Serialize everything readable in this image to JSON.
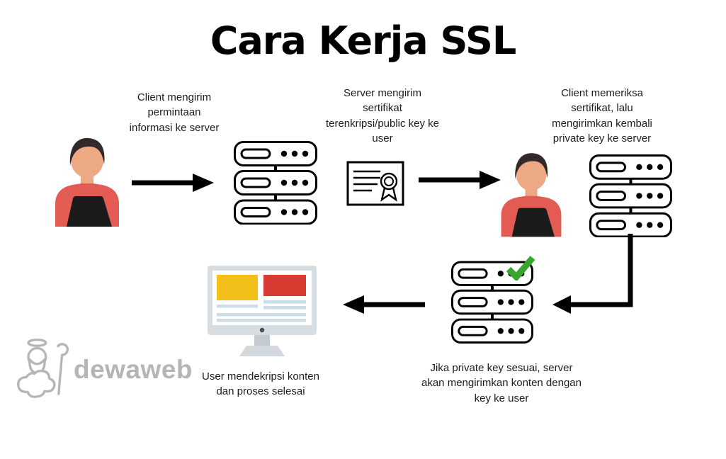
{
  "title": "Cara Kerja SSL",
  "steps": [
    {
      "label": "Client mengirim permintaan informasi ke server"
    },
    {
      "label": "Server mengirim sertifikat terenkripsi/public key ke user"
    },
    {
      "label": "Client memeriksa sertifikat, lalu mengirimkan kembali private key ke server"
    },
    {
      "label": "Jika private key sesuai, server akan mengirimkan konten dengan key ke user"
    },
    {
      "label": "User mendekripsi konten dan proses selesai"
    }
  ],
  "logo": {
    "text": "dewaweb"
  },
  "icons": {
    "client": "person-with-laptop",
    "server": "server-stack",
    "certificate": "ssl-certificate-with-seal",
    "monitor": "desktop-monitor",
    "check": "green-checkmark",
    "arrows": [
      "arrow-right",
      "arrow-right",
      "arrow-down-then-left",
      "arrow-left"
    ]
  },
  "colors": {
    "background": "#ffffff",
    "text": "#1d1d1f",
    "line": "#000000",
    "skin": "#eda983",
    "hair": "#33292b",
    "shirt": "#e25c54",
    "laptop": "#1b1b1b",
    "check_green": "#3aa52d",
    "monitor_bezel": "#d8dde2",
    "monitor_yellow": "#f2c018",
    "monitor_red": "#d63a31",
    "monitor_line": "#ccdde8",
    "monitor_stand": "#c3cad1",
    "logo_gray": "#b5b5b5"
  }
}
